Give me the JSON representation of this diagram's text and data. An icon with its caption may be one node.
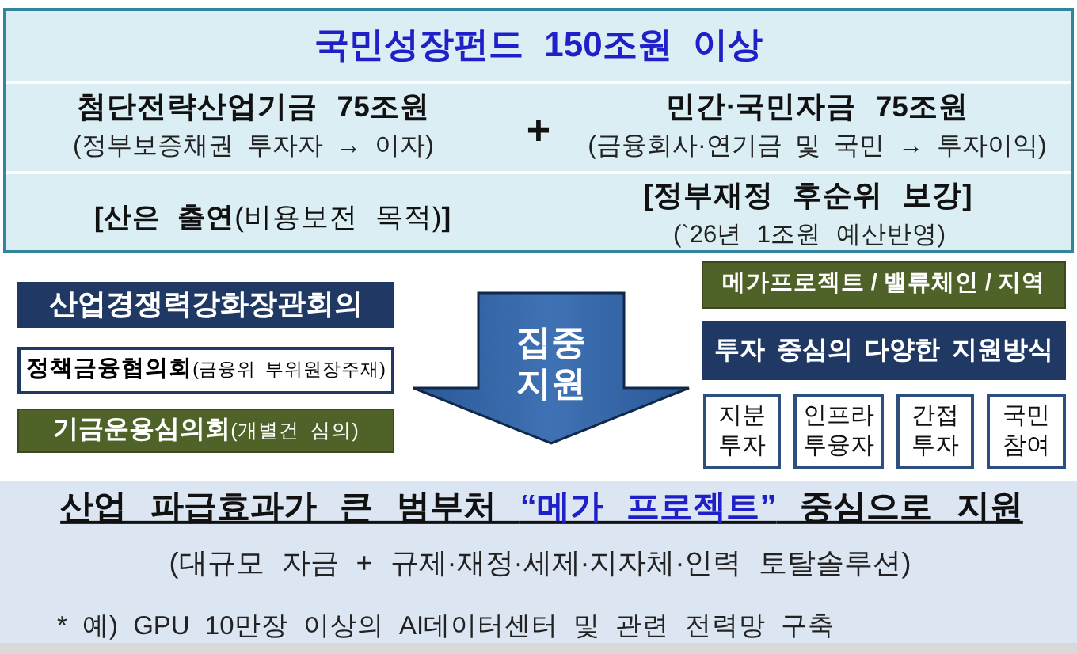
{
  "diagram": {
    "nodes": [
      {
        "text": [
          "국민성장펀드 150조원 이상"
        ]
      },
      {
        "text": [
          "첨단전략산업기금 75조원",
          "(정부보증채권 투자자 → 이자)",
          "+",
          "민간·국민자금 75조원",
          "(금융회사·연기금 및 국민 → 투자이익)"
        ],
        "in": 0
      },
      {
        "text": [
          "**[산은 출연**(비용보전 목적)**]**",
          "[정부재정 후순위 보강]",
          "(`26년 1조원 예산반영)"
        ],
        "in": 0
      },
      {
        "text": [
          "산업경쟁력강화장관회의"
        ]
      },
      {
        "text": [
          "**정책금융협의회**(금융위 부위원장주재)"
        ]
      },
      {
        "text": [
          "**기금운용심의회**(개별건 심의)"
        ]
      },
      {
        "text": [
          "집중 지원"
        ]
      },
      {
        "text": [
          "메가프로젝트 / 밸류체인 / 지역"
        ]
      },
      {
        "text": [
          "투자 중심의 다양한 지원방식"
        ]
      },
      {
        "text": [
          "지분 투자"
        ]
      },
      {
        "text": [
          "인프라 투융자"
        ]
      },
      {
        "text": [
          "간접 투자"
        ]
      },
      {
        "text": [
          "국민 참여"
        ]
      },
      {
        "text": [
          "산업 파급효과가 큰 범부처 **“메가 프로젝트”** 중심으로 지원",
          "(대규모 자금 + 규제·재정·세제·지자체·인력 토탈솔루션)",
          "* 예) GPU 10만장 이상의 AI데이터센터 및 관련 전력망 구축"
        ]
      }
    ]
  }
}
